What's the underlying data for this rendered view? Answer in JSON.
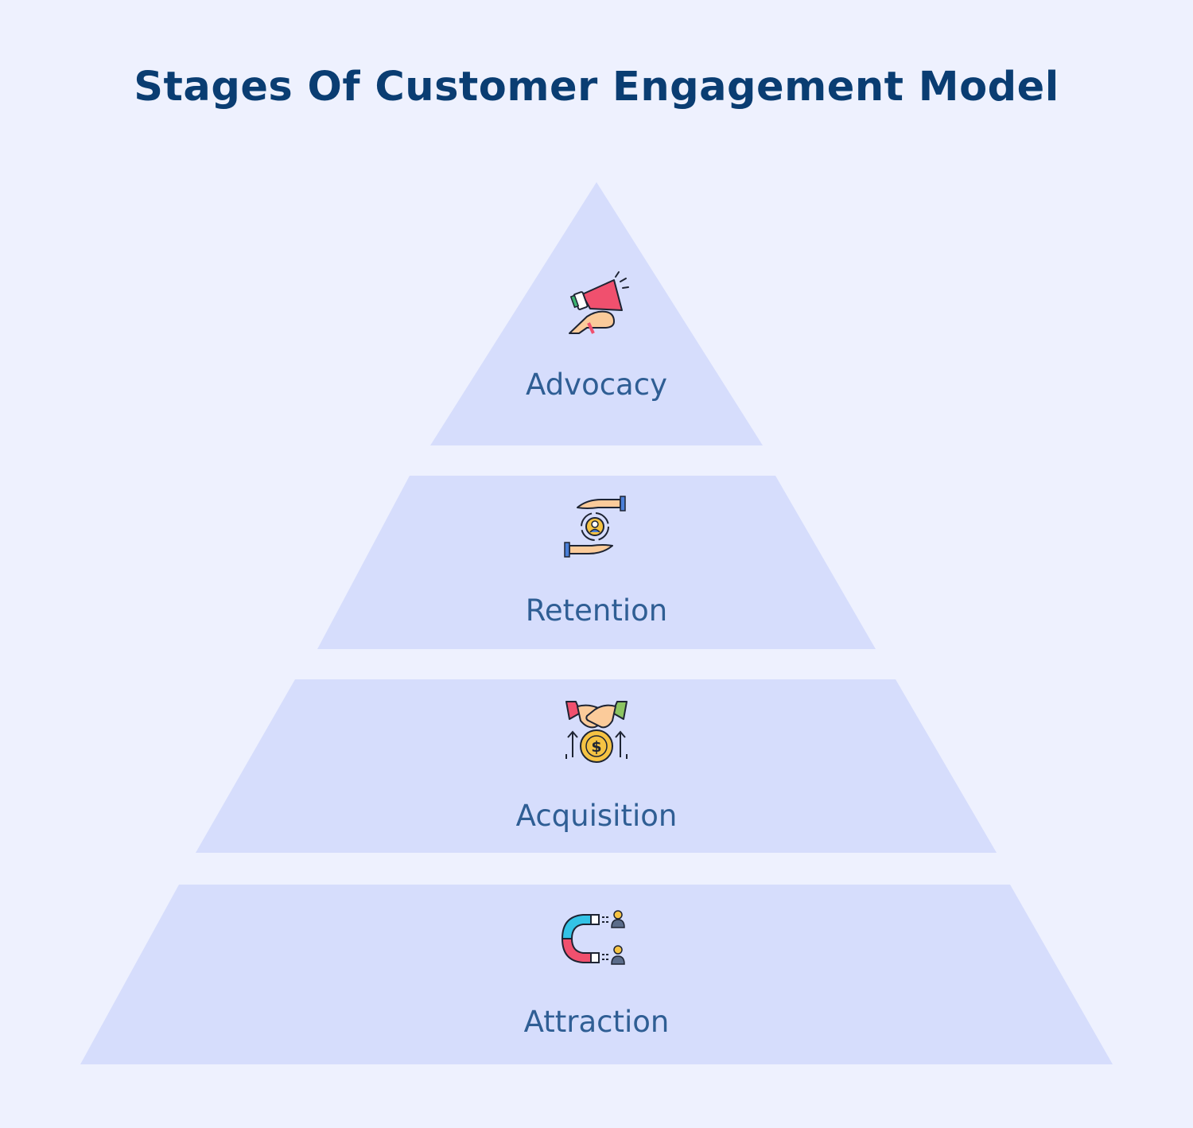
{
  "title": "Stages Of Customer Engagement Model",
  "colors": {
    "background": "#EEF1FE",
    "tier_fill": "#D6DDFC",
    "title": "#0A3D72",
    "label": "#2F5E94"
  },
  "tiers": [
    {
      "label": "Advocacy",
      "icon": "megaphone-hand-icon"
    },
    {
      "label": "Retention",
      "icon": "hands-user-cycle-icon"
    },
    {
      "label": "Acquisition",
      "icon": "handshake-coin-icon"
    },
    {
      "label": "Attraction",
      "icon": "magnet-users-icon"
    }
  ]
}
